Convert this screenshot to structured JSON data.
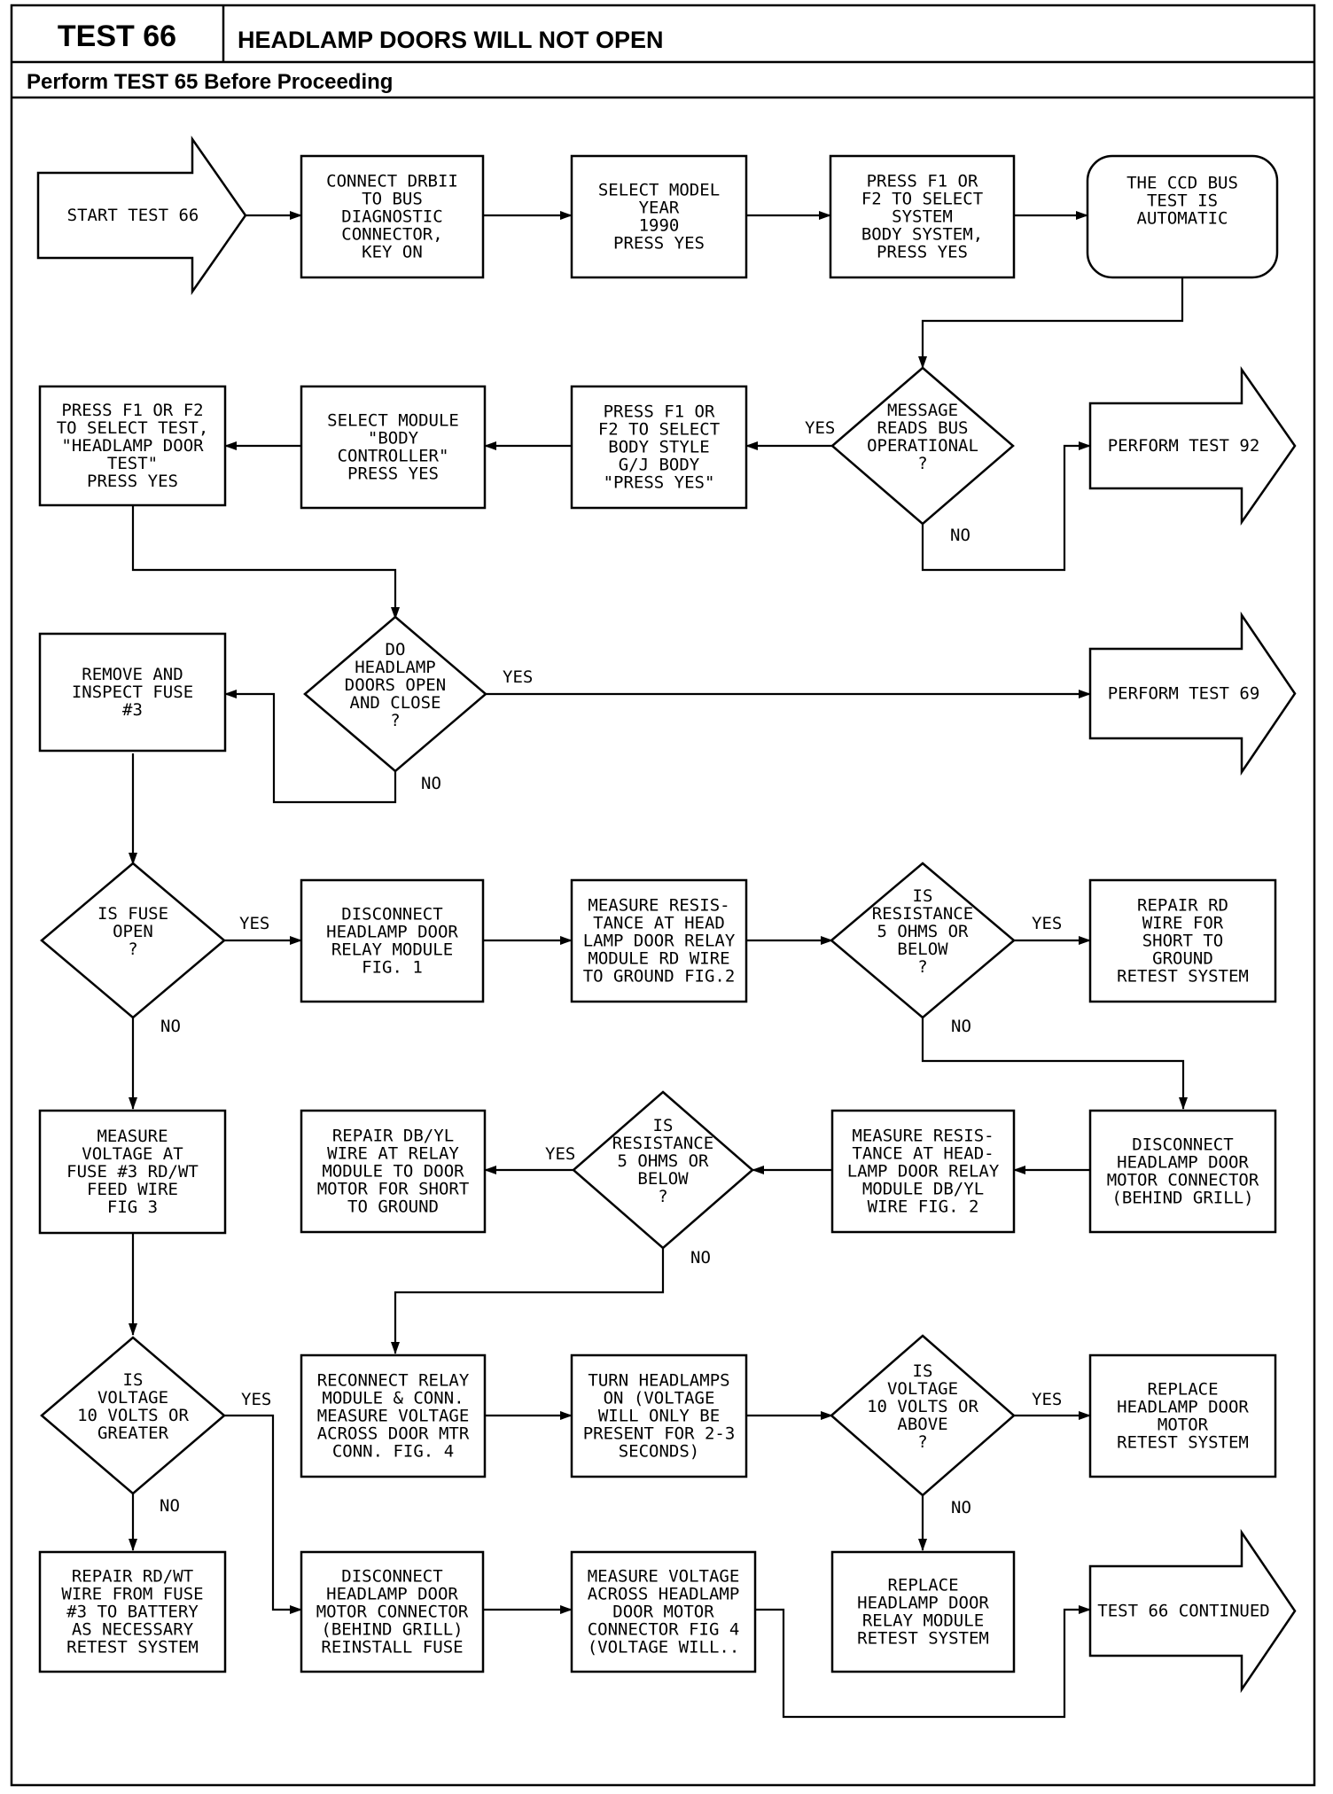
{
  "header": {
    "test_number": "TEST 66",
    "title": "HEADLAMP DOORS WILL NOT OPEN",
    "subtitle": "Perform TEST 65 Before Proceeding"
  },
  "diagram": {
    "nodes": {
      "start": [
        "START TEST 66"
      ],
      "connect": [
        "CONNECT DRBII",
        "TO BUS",
        "DIAGNOSTIC",
        "CONNECTOR,",
        "KEY ON"
      ],
      "select_model": [
        "SELECT MODEL",
        "YEAR",
        "1990",
        "PRESS YES"
      ],
      "press_f1_system": [
        "PRESS F1 OR",
        "F2 TO SELECT",
        "SYSTEM",
        "BODY SYSTEM,",
        "PRESS YES"
      ],
      "ccd_bus": [
        "THE CCD BUS",
        "TEST IS",
        "AUTOMATIC"
      ],
      "message_reads": [
        "MESSAGE",
        "READS BUS",
        "OPERATIONAL",
        "?"
      ],
      "perform_92": [
        "PERFORM TEST 92"
      ],
      "press_f1_body": [
        "PRESS F1 OR",
        "F2 TO SELECT",
        "BODY STYLE",
        "G/J BODY",
        "\"PRESS YES\""
      ],
      "select_module": [
        "SELECT MODULE",
        "\"BODY",
        "CONTROLLER\"",
        "PRESS YES"
      ],
      "press_f1_test": [
        "PRESS F1 OR F2",
        "TO SELECT TEST,",
        "\"HEADLAMP DOOR",
        "TEST\"",
        "PRESS YES"
      ],
      "do_doors": [
        "DO",
        "HEADLAMP",
        "DOORS OPEN",
        "AND CLOSE",
        "?"
      ],
      "perform_69": [
        "PERFORM TEST 69"
      ],
      "remove_fuse": [
        "REMOVE AND",
        "INSPECT FUSE",
        "#3"
      ],
      "fuse_open": [
        "IS FUSE",
        "OPEN",
        "?"
      ],
      "disconnect_relay": [
        "DISCONNECT",
        "HEADLAMP DOOR",
        "RELAY MODULE",
        "FIG. 1"
      ],
      "measure_rd": [
        "MEASURE RESIS-",
        "TANCE AT HEAD",
        "LAMP DOOR RELAY",
        "MODULE RD WIRE",
        "TO GROUND FIG.2"
      ],
      "res1": [
        "IS",
        "RESISTANCE",
        "5 OHMS OR",
        "BELOW",
        "?"
      ],
      "repair_rd": [
        "REPAIR RD",
        "WIRE FOR",
        "SHORT TO",
        "GROUND",
        "RETEST SYSTEM"
      ],
      "measure_voltage_fuse": [
        "MEASURE",
        "VOLTAGE AT",
        "FUSE #3 RD/WT",
        "FEED WIRE",
        "FIG 3"
      ],
      "repair_dbyl": [
        "REPAIR DB/YL",
        "WIRE AT RELAY",
        "MODULE TO DOOR",
        "MOTOR FOR SHORT",
        "TO GROUND"
      ],
      "res2": [
        "IS",
        "RESISTANCE",
        "5 OHMS OR",
        "BELOW",
        "?"
      ],
      "measure_dbyl": [
        "MEASURE RESIS-",
        "TANCE AT HEAD-",
        "LAMP DOOR RELAY",
        "MODULE DB/YL",
        "WIRE FIG. 2"
      ],
      "disconnect_motor": [
        "DISCONNECT",
        "HEADLAMP DOOR",
        "MOTOR CONNECTOR",
        "(BEHIND GRILL)"
      ],
      "v10_greater": [
        "IS",
        "VOLTAGE",
        "10 VOLTS OR",
        "GREATER"
      ],
      "reconnect": [
        "RECONNECT RELAY",
        "MODULE & CONN.",
        "MEASURE VOLTAGE",
        "ACROSS DOOR MTR",
        "CONN. FIG. 4"
      ],
      "turn_headlamps": [
        "TURN HEADLAMPS",
        "ON (VOLTAGE",
        "WILL ONLY BE",
        "PRESENT FOR 2-3",
        "SECONDS)"
      ],
      "v10_above": [
        "IS",
        "VOLTAGE",
        "10 VOLTS OR",
        "ABOVE",
        "?"
      ],
      "replace_motor": [
        "REPLACE",
        "HEADLAMP DOOR",
        "MOTOR",
        "RETEST SYSTEM"
      ],
      "repair_rdwt": [
        "REPAIR RD/WT",
        "WIRE FROM FUSE",
        "#3 TO BATTERY",
        "AS NECESSARY",
        "RETEST SYSTEM"
      ],
      "disconnect_motor2": [
        "DISCONNECT",
        "HEADLAMP DOOR",
        "MOTOR CONNECTOR",
        "(BEHIND GRILL)",
        "REINSTALL FUSE"
      ],
      "measure_across": [
        "MEASURE VOLTAGE",
        "ACROSS HEADLAMP",
        "DOOR MOTOR",
        "CONNECTOR FIG 4",
        "(VOLTAGE WILL.."
      ],
      "replace_relay": [
        "REPLACE",
        "HEADLAMP DOOR",
        "RELAY MODULE",
        "RETEST SYSTEM"
      ],
      "continued": [
        "TEST 66 CONTINUED"
      ]
    },
    "edge_labels": {
      "yes_message": "YES",
      "no_message": "NO",
      "yes_doors": "YES",
      "no_doors": "NO",
      "yes_fuse": "YES",
      "no_fuse": "NO",
      "yes_res1": "YES",
      "no_res1": "NO",
      "yes_res2": "YES",
      "no_res2": "NO",
      "yes_v10g": "YES",
      "no_v10g": "NO",
      "yes_v10a": "YES",
      "no_v10a": "NO"
    }
  }
}
